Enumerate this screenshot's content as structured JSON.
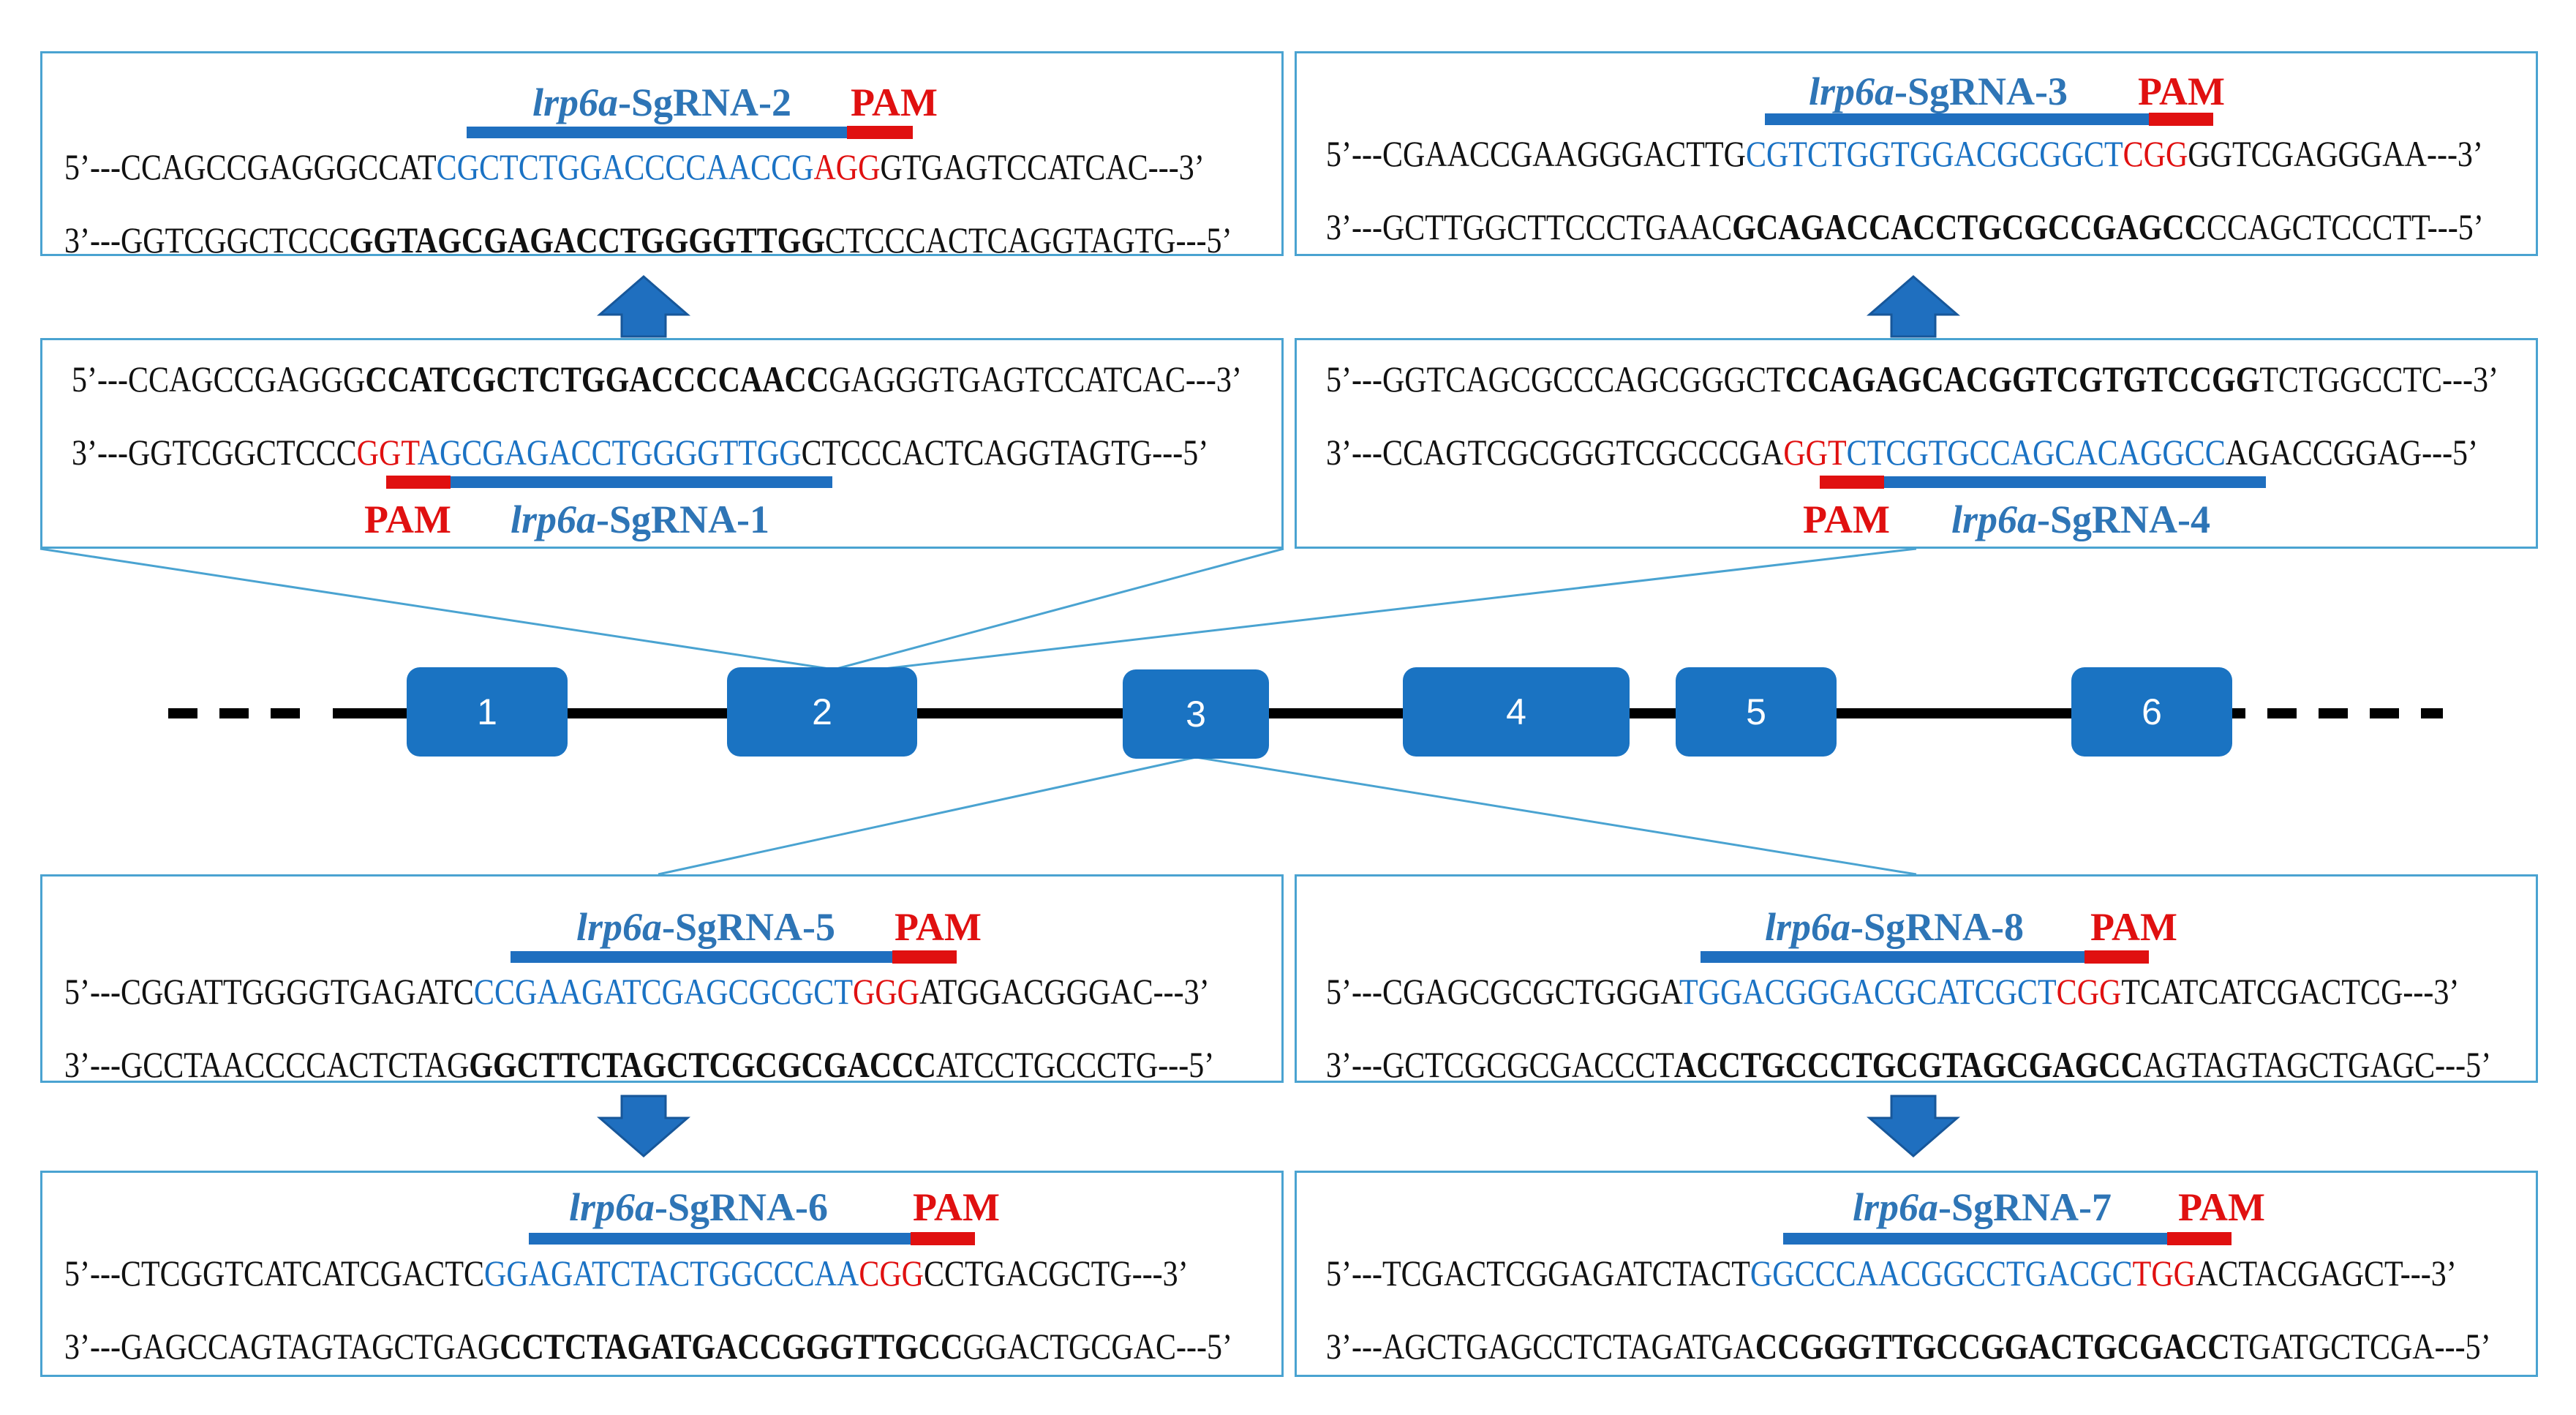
{
  "exons": [
    "1",
    "2",
    "3",
    "4",
    "5",
    "6"
  ],
  "pam": "PAM",
  "gene": "lrp6a",
  "sgrna_suffix": {
    "s1": "-SgRNA-1",
    "s2": "-SgRNA-2",
    "s3": "-SgRNA-3",
    "s4": "-SgRNA-4",
    "s5": "-SgRNA-5",
    "s6": "-SgRNA-6",
    "s7": "-SgRNA-7",
    "s8": "-SgRNA-8"
  },
  "panels": {
    "p2": {
      "top": {
        "a": "5’---CCAGCCGAGGGCCAT",
        "g": "CGCTCTGGACCCCAACCG",
        "p": "AGG",
        "c": "GTGAGTCCATCAC---3’"
      },
      "bot": {
        "a": "3’---GGTCGGCTCCC",
        "b": "GGTAGCGAGACCTGGGGTTGG",
        "c": "CTCCCACTCAGGTAGTG---5’"
      }
    },
    "p1": {
      "top": {
        "a": "5’---CCAGCCGAGGG",
        "b": "CCATCGCTCTGGACCCCAACC",
        "c": "GAGGGTGAGTCCATCAC---3’"
      },
      "bot": {
        "a": "3’---GGTCGGCTCCC",
        "p": "GGT",
        "g": "AGCGAGACCTGGGGTTGG",
        "c": "CTCCCACTCAGGTAGTG---5’"
      }
    },
    "p3": {
      "top": {
        "a": "5’---CGAACCGAAGGGACTTG",
        "g": "CGTCTGGTGGACGCGGCT",
        "p": "CGG",
        "c": "GGTCGAGGGAA---3’"
      },
      "bot": {
        "a": "3’---GCTTGGCTTCCCTGAAC",
        "b": "GCAGACCACCTGCGCCGAGCC",
        "c": "CCAGCTCCCTT---5’"
      }
    },
    "p4": {
      "top": {
        "a": "5’---GGTCAGCGCCCAGCGGGCT",
        "b": "CCAGAGCACGGTCGTGTCCGG",
        "c": "TCTGGCCTC---3’"
      },
      "bot": {
        "a": "3’---CCAGTCGCGGGTCGCCCGA",
        "p": "GGT",
        "g": "CTCGTGCCAGCACAGGCC",
        "c": "AGACCGGAG---5’"
      }
    },
    "p5": {
      "top": {
        "a": "5’---CGGATTGGGGTGAGATC",
        "g": "CCGAAGATCGAGCGCGCT",
        "p": "GGG",
        "c": "ATGGACGGGAC---3’"
      },
      "bot": {
        "a": "3’---GCCTAACCCCACTCTAG",
        "b": "GGCTTCTAGCTCGCGCGACCC",
        "c": "ATCCTGCCCTG---5’"
      }
    },
    "p8": {
      "top": {
        "a": "5’---CGAGCGCGCTGGGA",
        "g": "TGGACGGGACGCATCGCT",
        "p": "CGG",
        "c": "TCATCATCGACTCG---3’"
      },
      "bot": {
        "a": "3’---GCTCGCGCGACCCT",
        "b": "ACCTGCCCTGCGTAGCGAGCC",
        "c": "AGTAGTAGCTGAGC---5’"
      }
    },
    "p6": {
      "top": {
        "a": "5’---CTCGGTCATCATCGACTC",
        "g": "GGAGATCTACTGGCCCAA",
        "p": "CGG",
        "c": "CCTGACGCTG---3’"
      },
      "bot": {
        "a": "3’---GAGCCAGTAGTAGCTGAG",
        "b": "CCTCTAGATGACCGGGTTGCC",
        "c": "GGACTGCGAC---5’"
      }
    },
    "p7": {
      "top": {
        "a": "5’---TCGACTCGGAGATCTACT",
        "g": "GGCCCAACGGCCTGACGC",
        "p": "TGG",
        "c": "ACTACGAGCT---3’"
      },
      "bot": {
        "a": "3’---AGCTGAGCCTCTAGATGA",
        "b": "CCGGGTTGCCGGACTGCGACC",
        "c": "TGATGCTCGA---5’"
      }
    }
  },
  "colors": {
    "guide": "#1a72c4",
    "pam": "#e01010",
    "exon": "#1a73c2",
    "border": "#4aa3d1"
  }
}
